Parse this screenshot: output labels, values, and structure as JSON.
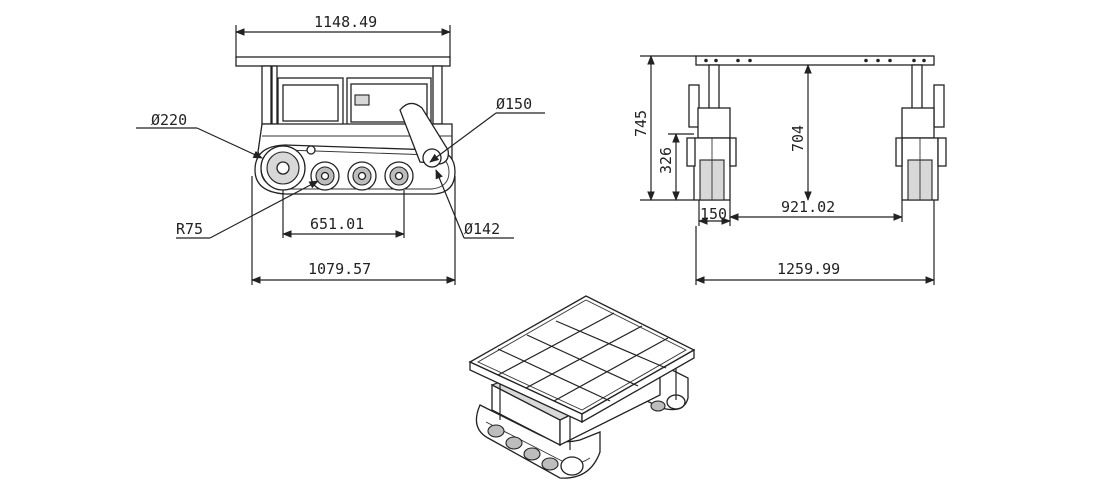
{
  "side_view": {
    "overall_top_width": "1148.49",
    "front_wheel_diameter": "Ø220",
    "rear_wheel_diameter": "Ø150",
    "roller_radius": "R75",
    "roller_span": "651.01",
    "idler_diameter": "Ø142",
    "overall_track_length": "1079.57"
  },
  "front_view": {
    "overall_height": "745",
    "inner_height": "704",
    "track_height": "326",
    "track_width": "150",
    "track_gauge": "921.02",
    "overall_width": "1259.99"
  }
}
